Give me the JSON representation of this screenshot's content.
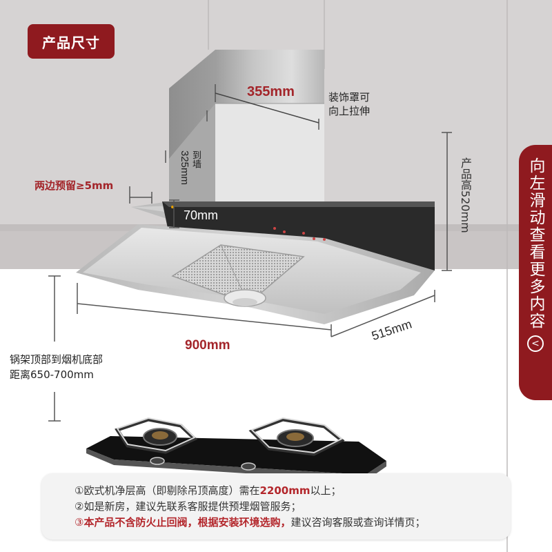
{
  "title": "产品尺寸",
  "dimensions": {
    "chimney_width": "355mm",
    "chimney_note_line1": "装饰罩可",
    "chimney_note_line2": "向上拉伸",
    "wall_distance_line1": "到墙",
    "wall_distance_line2": "325mm",
    "side_clearance": "两边预留≥5mm",
    "panel_height": "70mm",
    "product_height": "产品高520mm",
    "width": "900mm",
    "depth": "515mm",
    "install_distance_line1": "锅架顶部到烟机底部",
    "install_distance_line2": "距离650-700mm"
  },
  "swipe_tab": {
    "label": "向左滑动查看更多内容",
    "arrow": "<"
  },
  "notes": {
    "n1_pre": "①欧式机净层高（即剔除吊顶高度）需在",
    "n1_hi": "2200mm",
    "n1_post": "以上；",
    "n2": "②如是新房，建议先联系客服提供预埋烟管服务；",
    "n3_num": "③",
    "n3_hi": "本产品不含防火止回阀，根据安装环境选购，",
    "n3_post": "建议咨询客服或查询详情页；"
  },
  "colors": {
    "accent": "#8f1a1f",
    "dimension_red": "#a3252a",
    "wall_gray": "#d5d2d2"
  }
}
